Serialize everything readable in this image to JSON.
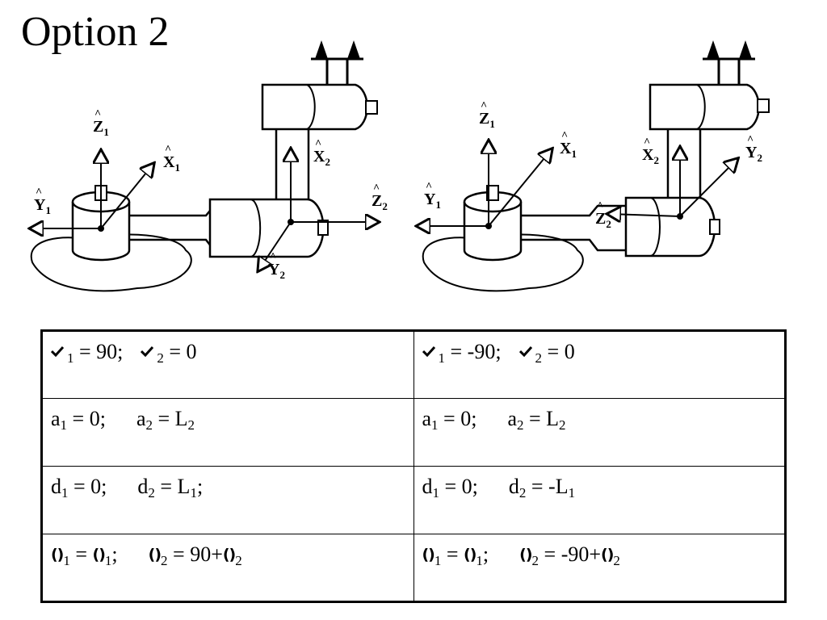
{
  "title": "Option 2",
  "figure_labels": {
    "z1": "Z",
    "z1_sub": "1",
    "x1": "X",
    "x1_sub": "1",
    "y1": "Y",
    "y1_sub": "1",
    "x2": "X",
    "x2_sub": "2",
    "z2": "Z",
    "z2_sub": "2",
    "y2": "Y",
    "y2_sub": "2"
  },
  "icons": {
    "check": "check-icon",
    "theta": "theta-icon",
    "theta_glyph": "()"
  },
  "table": {
    "rows": [
      {
        "left": {
          "sym1": "1",
          "eq1": " = 90;",
          "sym2": "2",
          "eq2": " = 0"
        },
        "right": {
          "sym1": "1",
          "eq1": " = -90;",
          "sym2": "2",
          "eq2": " = 0"
        }
      },
      {
        "left": {
          "v1": "a",
          "s1": "1",
          "e1": " = 0;",
          "v2": "a",
          "s2": "2",
          "e2": " = L",
          "s3": "2"
        },
        "right": {
          "v1": "a",
          "s1": "1",
          "e1": " = 0;",
          "v2": "a",
          "s2": "2",
          "e2": " = L",
          "s3": "2"
        }
      },
      {
        "left": {
          "v1": "d",
          "s1": "1",
          "e1": " = 0;",
          "v2": "d",
          "s2": "2",
          "e2": " = L",
          "s3": "1",
          "tail": ";"
        },
        "right": {
          "v1": "d",
          "s1": "1",
          "e1": " = 0;",
          "v2": "d",
          "s2": "2",
          "e2": " = -L",
          "s3": "1",
          "tail": ""
        }
      },
      {
        "left": {
          "s1": "1",
          "eq1": " = ",
          "s2": "1",
          "semi": ";",
          "s3": "2",
          "eq2": " = 90+",
          "s4": "2"
        },
        "right": {
          "s1": "1",
          "eq1": " = ",
          "s2": "1",
          "semi": ";",
          "s3": "2",
          "eq2": " = -90+",
          "s4": "2"
        }
      }
    ]
  }
}
